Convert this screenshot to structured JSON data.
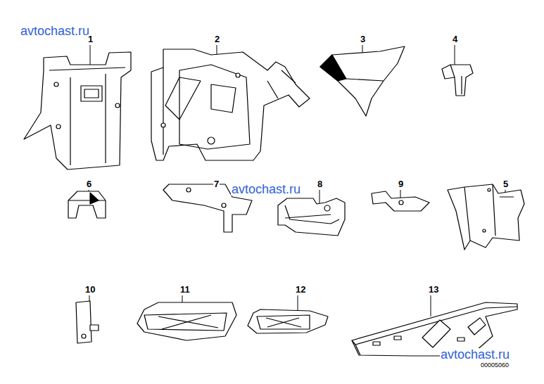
{
  "diagram": {
    "labels": [
      "avtochast.ru",
      "1",
      "2",
      "3",
      "4",
      "6",
      "7",
      "8",
      "9",
      "5",
      "avtochast.ru",
      "10",
      "11",
      "12",
      "13",
      "avtochast.ru",
      "00005060"
    ]
  }
}
